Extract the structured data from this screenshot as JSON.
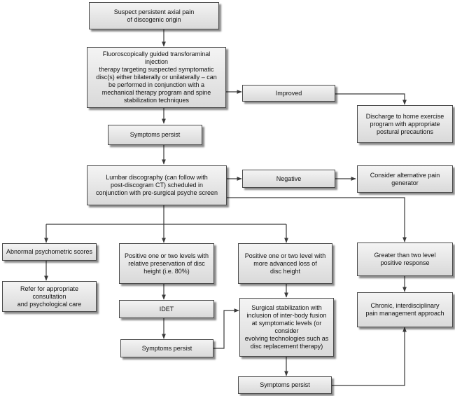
{
  "nodes": {
    "start": "Suspect persistent axial pain\nof discogenic origin",
    "injection": "Fluoroscopically guided transforaminal injection\ntherapy targeting suspected symptomatic\ndisc(s) either bilaterally or unilaterally – can\nbe performed in conjunction with a\nmechanical therapy program and spine\nstabilization techniques",
    "improved": "Improved",
    "discharge": "Discharge to home exercise\nprogram with appropriate\npostural precautions",
    "symptoms1": "Symptoms persist",
    "discography": "Lumbar discography (can follow with\npost-discogram CT) scheduled in\nconjunction with pre-surgical psyche screen",
    "negative": "Negative",
    "alternative": "Consider alternative pain\ngenerator",
    "abnormal": "Abnormal psychometric scores",
    "refer": "Refer for appropriate consultation\nand psychological care",
    "positive_preserved": "Positive one or two levels with\nrelative preservation of disc\nheight (i.e. 80%)",
    "idet": "IDET",
    "symptoms2": "Symptoms persist",
    "positive_advanced": "Positive one or two level with\nmore advanced loss of\ndisc height",
    "surgical": "Surgical stabilization with\ninclusion of inter-body fusion\nat symptomatic levels (or consider\nevolving technologies such as\ndisc replacement therapy)",
    "symptoms3": "Symptoms persist",
    "greater": "Greater than two level\npositive response",
    "chronic": "Chronic, interdisciplinary\npain management approach"
  },
  "colors": {
    "box_border": "#4a4a4a",
    "box_fill_top": "#f4f4f4",
    "box_fill_bottom": "#d9d9d9",
    "connector": "#3a3a3a"
  }
}
